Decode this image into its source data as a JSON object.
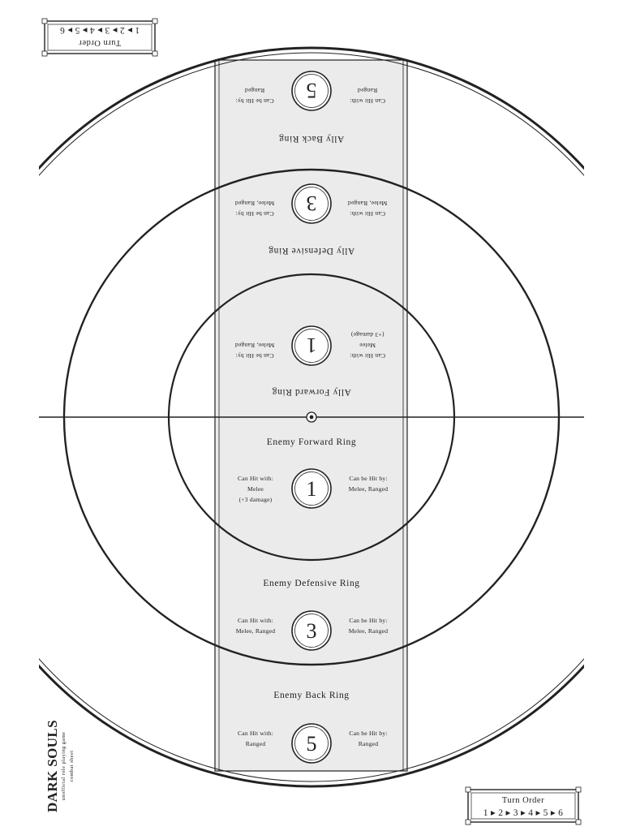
{
  "colors": {
    "ink": "#222222",
    "column_fill": "#ebebec",
    "background": "#ffffff"
  },
  "enemy_rings": [
    {
      "title": "Enemy Forward Ring",
      "number": "1",
      "can_hit_with_label": "Can Hit with:",
      "can_hit_with_lines": [
        "Melee",
        "(+3 damage)"
      ],
      "can_be_hit_by_label": "Can be Hit by:",
      "can_be_hit_by_lines": [
        "Melee, Ranged"
      ]
    },
    {
      "title": "Enemy Defensive Ring",
      "number": "3",
      "can_hit_with_label": "Can Hit with:",
      "can_hit_with_lines": [
        "Melee, Ranged"
      ],
      "can_be_hit_by_label": "Can be Hit by:",
      "can_be_hit_by_lines": [
        "Melee, Ranged"
      ]
    },
    {
      "title": "Enemy Back Ring",
      "number": "5",
      "can_hit_with_label": "Can Hit with:",
      "can_hit_with_lines": [
        "Ranged"
      ],
      "can_be_hit_by_label": "Can be Hit by:",
      "can_be_hit_by_lines": [
        "Ranged"
      ]
    }
  ],
  "ally_rings": [
    {
      "title": "Ally Forward Ring",
      "number": "1",
      "can_hit_with_label": "Can Hit with:",
      "can_hit_with_lines": [
        "Melee",
        "(+3 damage)"
      ],
      "can_be_hit_by_label": "Can be Hit by:",
      "can_be_hit_by_lines": [
        "Melee, Ranged"
      ]
    },
    {
      "title": "Ally Defensive Ring",
      "number": "3",
      "can_hit_with_label": "Can Hit with:",
      "can_hit_with_lines": [
        "Melee, Ranged"
      ],
      "can_be_hit_by_label": "Can be Hit by:",
      "can_be_hit_by_lines": [
        "Melee, Ranged"
      ]
    },
    {
      "title": "Ally Back Ring",
      "number": "5",
      "can_hit_with_label": "Can Hit with:",
      "can_hit_with_lines": [
        "Ranged"
      ],
      "can_be_hit_by_label": "Can be Hit by:",
      "can_be_hit_by_lines": [
        "Ranged"
      ]
    }
  ],
  "turn_order": {
    "label": "Turn Order",
    "sequence": "1 ▸ 2 ▸ 3 ▸ 4 ▸ 5 ▸ 6"
  },
  "logo": {
    "title": "DARK SOULS",
    "subtitle": "unofficial role playing game",
    "sheet": "combat sheet"
  }
}
